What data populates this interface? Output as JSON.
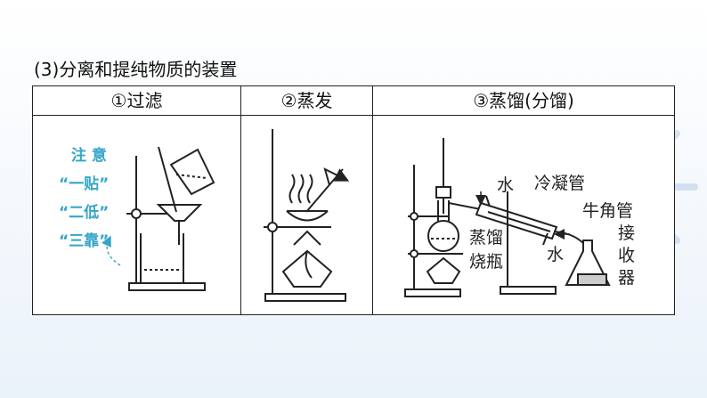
{
  "heading": "(3)分离和提纯物质的装置",
  "columns": [
    {
      "label": "①过滤"
    },
    {
      "label": "②蒸发"
    },
    {
      "label": "③蒸馏(分馏)"
    }
  ],
  "filtration_notes": [
    "注 意",
    "“一贴”",
    "“二低”",
    "“三靠”"
  ],
  "distillation_labels": {
    "water_in": "水",
    "condenser": "冷凝管",
    "adapter": "牛角管",
    "receiver_1": "接",
    "receiver_2": "收",
    "receiver_3": "器",
    "water_out": "水",
    "flask_1": "蒸馏",
    "flask_2": "烧瓶"
  },
  "colors": {
    "note": "#35a5c8",
    "line": "#222222"
  }
}
